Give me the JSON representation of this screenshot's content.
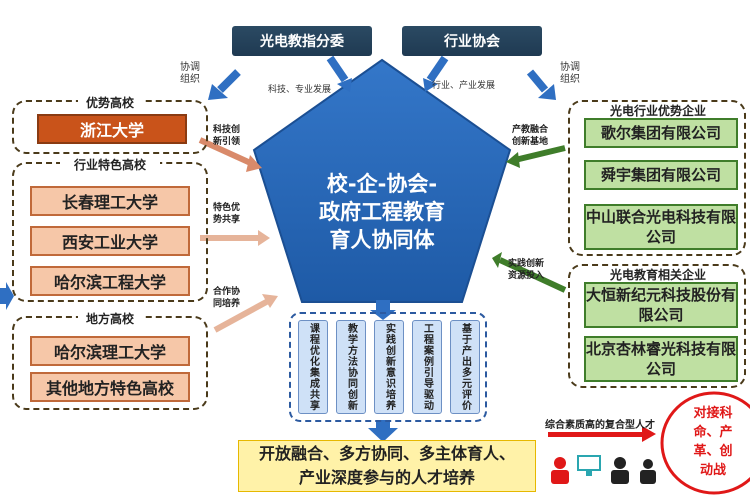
{
  "top": {
    "left_box": "光电教指分委",
    "right_box": "行业协会",
    "left_sub": "科技、专业发展",
    "right_sub": "行业、产业发展",
    "left_coord": "协调\n组织",
    "right_coord": "协调\n组织"
  },
  "center": {
    "line1": "校-企-协会-",
    "line2": "政府工程教育",
    "line3": "育人协同体"
  },
  "left_groups": {
    "advantage": {
      "title": "优势高校",
      "items": [
        "浙江大学"
      ]
    },
    "industry": {
      "title": "行业特色高校",
      "items": [
        "长春理工大学",
        "西安工业大学",
        "哈尔滨工程大学"
      ]
    },
    "local": {
      "title": "地方高校",
      "items": [
        "哈尔滨理工大学",
        "其他地方特色高校"
      ]
    }
  },
  "left_arrows": [
    "科技创\n新引领",
    "特色优\n势共享",
    "合作协\n同培养"
  ],
  "right_groups": {
    "optoelectronic": {
      "title": "光电行业优势企业",
      "items": [
        "歌尔集团有限公司",
        "舜宇集团有限公司",
        "中山联合光电科技有限公司"
      ]
    },
    "education": {
      "title": "光电教育相关企业",
      "items": [
        "大恒新纪元科技股份有限公司",
        "北京杏林睿光科技有限公司"
      ]
    }
  },
  "right_arrows": [
    "产教融合\n创新基地",
    "实践创新\n资源投入"
  ],
  "columns": [
    "课程优化集成共享",
    "教学方法协同创新",
    "实践创新意识培养",
    "工程案例引导驱动",
    "基于产出多元评价"
  ],
  "bottom": {
    "line1": "开放融合、多方协同、多主体育人、",
    "line2": "产业深度参与的人才培养"
  },
  "talent_label": "综合素质高的复合型人才",
  "red_ellipse": [
    "对接科",
    "命、产",
    "革、创",
    "动战"
  ],
  "colors": {
    "navy": "#1f3a52",
    "pentagon": "#2a67b8",
    "orange": "#c9531a",
    "green": "#3f7d2a",
    "red": "#e01818"
  }
}
